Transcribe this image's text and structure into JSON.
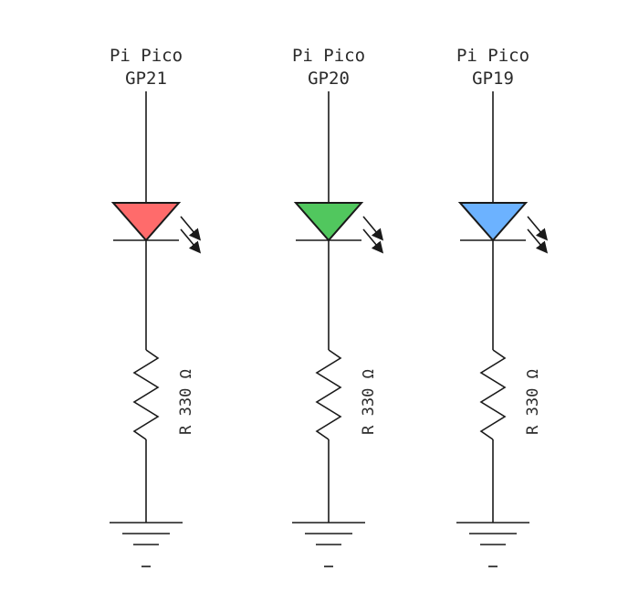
{
  "circuits": [
    {
      "board": "Pi Pico",
      "pin": "GP21",
      "led_color": "#ff6b6b",
      "resistor_label": "R 330 Ω"
    },
    {
      "board": "Pi Pico",
      "pin": "GP20",
      "led_color": "#51c75e",
      "resistor_label": "R 330 Ω"
    },
    {
      "board": "Pi Pico",
      "pin": "GP19",
      "led_color": "#6cb2ff",
      "resistor_label": "R 330 Ω"
    }
  ],
  "icons": {
    "led": "led-icon",
    "resistor": "resistor-icon",
    "ground": "ground-icon",
    "light_emission": "light-emission-arrows-icon"
  }
}
